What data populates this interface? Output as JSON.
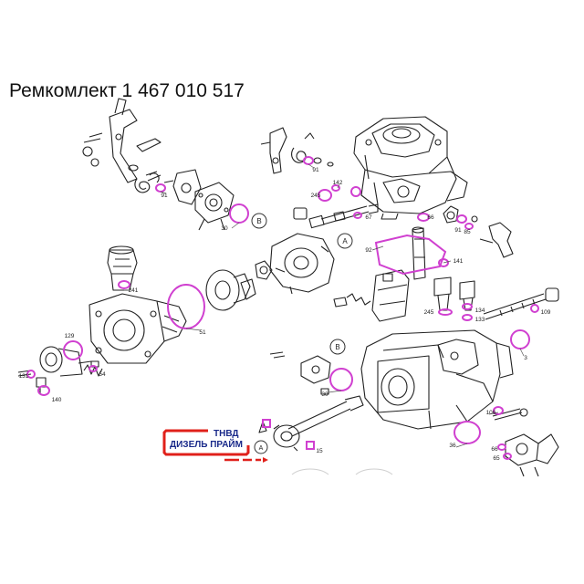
{
  "title": "Ремкомлект 1 467 010 517",
  "logo": {
    "line1": "ТНВД",
    "line2": "ДИЗЕЛЬ ПРАЙМ"
  },
  "colors": {
    "seal": "#d040d0",
    "line": "#222222",
    "logo_red": "#e0201a",
    "logo_blue": "#1a2a8a"
  },
  "callouts": {
    "c91a": "91",
    "c30a": "30",
    "cBa": "B",
    "c91b": "91",
    "c142": "142",
    "c245a": "245",
    "c67": "67",
    "c66": "66",
    "c91c": "91",
    "c85": "85",
    "cA1": "A",
    "c92": "92",
    "c141": "141",
    "c241": "241",
    "c51": "51",
    "c245b": "245",
    "c134": "134",
    "c133": "133",
    "c109": "109",
    "c129": "129",
    "c54": "54",
    "c131": "131",
    "c140": "140",
    "cBb": "B",
    "c30b": "30",
    "c3": "3",
    "c15": "15",
    "cA2": "A",
    "c106": "106",
    "c36": "36",
    "c66b": "66",
    "c65": "65"
  }
}
